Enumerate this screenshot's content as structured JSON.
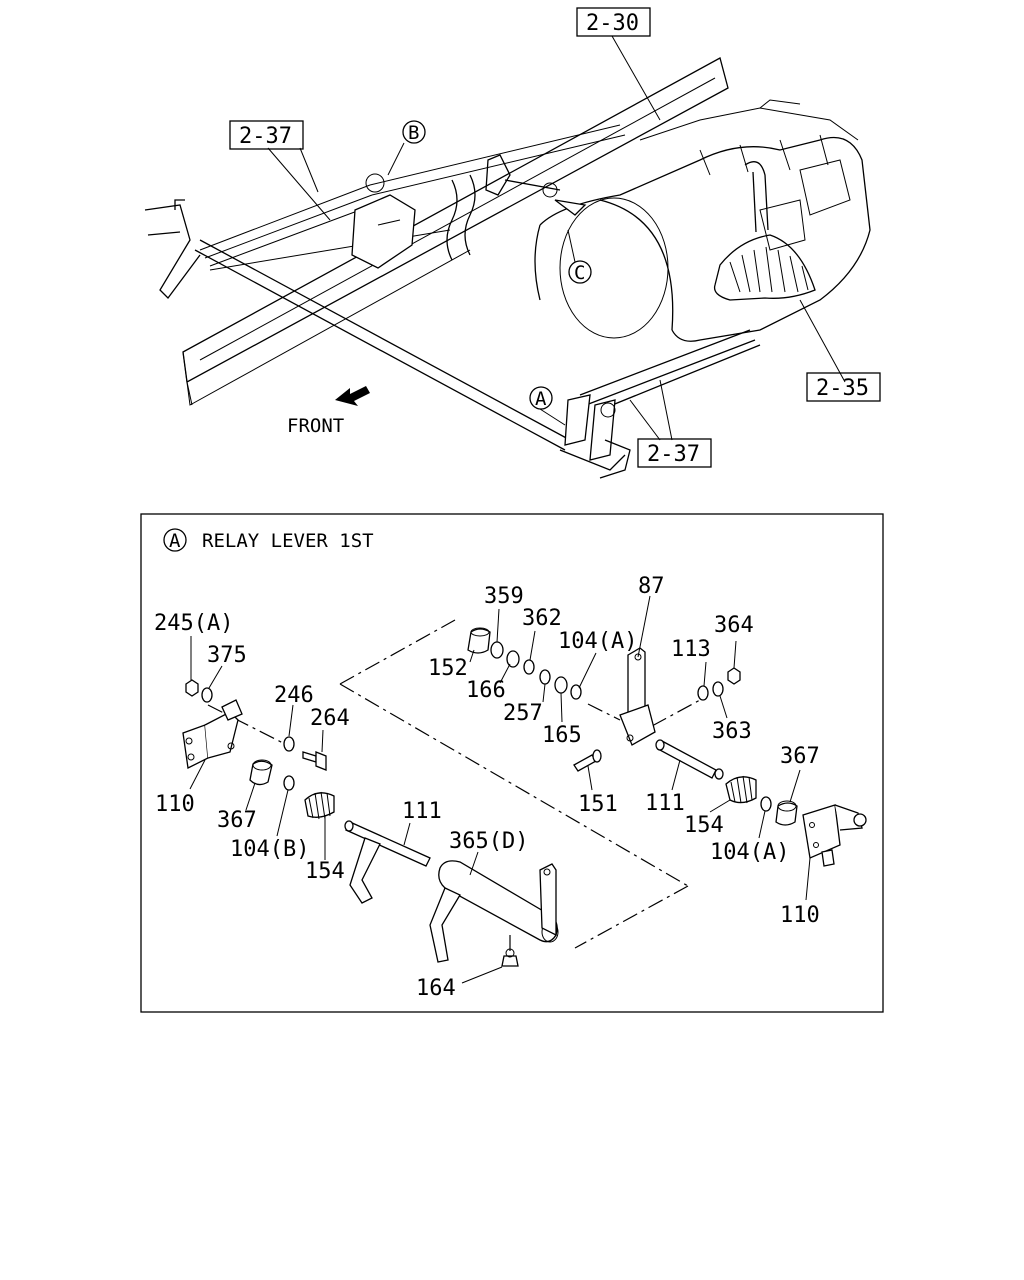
{
  "overview": {
    "ref_top": "2-30",
    "ref_left": "2-37",
    "ref_bottom_right": "2-35",
    "ref_bottom": "2-37",
    "callout_a": "A",
    "callout_b": "B",
    "callout_c": "C",
    "front_label": "FRONT"
  },
  "detail": {
    "title_marker": "A",
    "title": "RELAY LEVER 1ST",
    "labels": {
      "p245a": "245(A)",
      "p375": "375",
      "p246": "246",
      "p264": "264",
      "p110_left": "110",
      "p367_left": "367",
      "p104b": "104(B)",
      "p154_left": "154",
      "p111_left": "111",
      "p365d": "365(D)",
      "p164": "164",
      "p359": "359",
      "p362": "362",
      "p152": "152",
      "p166": "166",
      "p257": "257",
      "p104a_top": "104(A)",
      "p165": "165",
      "p87": "87",
      "p113": "113",
      "p364": "364",
      "p363": "363",
      "p151": "151",
      "p111_right": "111",
      "p154_right": "154",
      "p367_right": "367",
      "p104a_right": "104(A)",
      "p110_right": "110"
    }
  }
}
